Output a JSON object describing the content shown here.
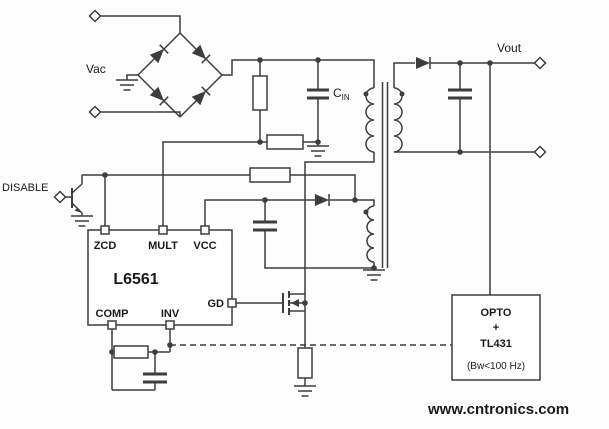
{
  "schematic": {
    "labels": {
      "vac": "Vac",
      "vout": "Vout",
      "disable": "DISABLE",
      "cin_main": "C",
      "cin_sub": "IN"
    },
    "ic": {
      "part": "L6561",
      "pins": {
        "zcd": "ZCD",
        "mult": "MULT",
        "vcc": "VCC",
        "comp": "COMP",
        "inv": "INV",
        "gd": "GD"
      }
    },
    "feedback_block": {
      "line1": "OPTO",
      "line2": "+",
      "line3": "TL431",
      "line4": "(Bw<100 Hz)"
    },
    "watermark": "www.cntronics.com",
    "colors": {
      "wire": "#3d3d3d",
      "watermark": "#8fd4a0",
      "background": "#fdfdfd"
    }
  }
}
